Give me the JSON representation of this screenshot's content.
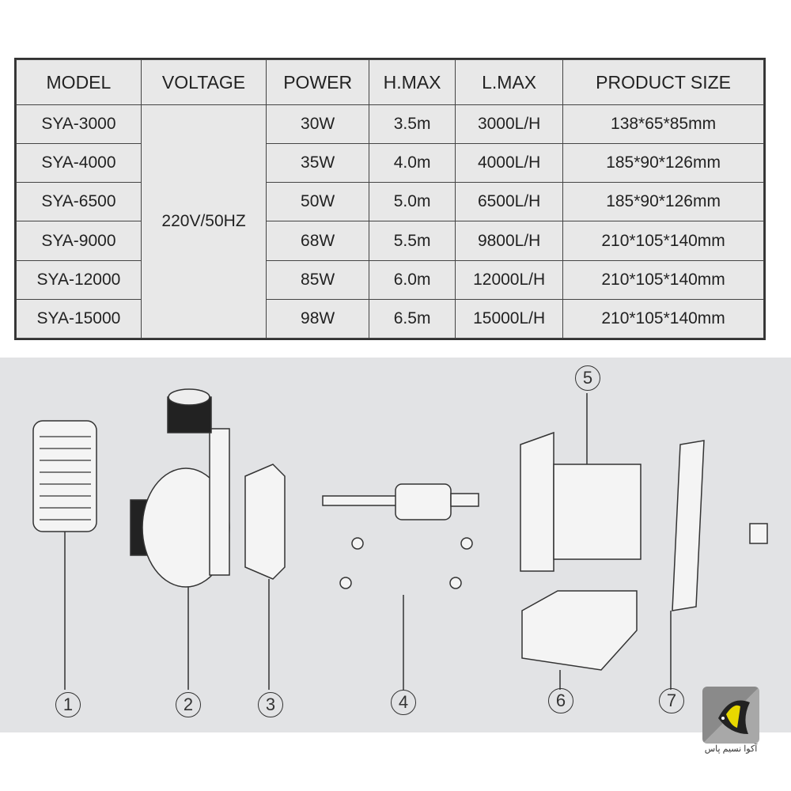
{
  "table": {
    "headers": [
      "MODEL",
      "VOLTAGE",
      "POWER",
      "H.MAX",
      "L.MAX",
      "PRODUCT SIZE"
    ],
    "voltage": "220V/50HZ",
    "rows": [
      {
        "model": "SYA-3000",
        "power": "30W",
        "hmax": "3.5m",
        "lmax": "3000L/H",
        "size": "138*65*85mm"
      },
      {
        "model": "SYA-4000",
        "power": "35W",
        "hmax": "4.0m",
        "lmax": "4000L/H",
        "size": "185*90*126mm"
      },
      {
        "model": "SYA-6500",
        "power": "50W",
        "hmax": "5.0m",
        "lmax": "6500L/H",
        "size": "185*90*126mm"
      },
      {
        "model": "SYA-9000",
        "power": "68W",
        "hmax": "5.5m",
        "lmax": "9800L/H",
        "size": "210*105*140mm"
      },
      {
        "model": "SYA-12000",
        "power": "85W",
        "hmax": "6.0m",
        "lmax": "12000L/H",
        "size": "210*105*140mm"
      },
      {
        "model": "SYA-15000",
        "power": "98W",
        "hmax": "6.5m",
        "lmax": "15000L/H",
        "size": "210*105*140mm"
      }
    ]
  },
  "diagram": {
    "labels": [
      "1",
      "2",
      "3",
      "4",
      "5",
      "6",
      "7"
    ]
  },
  "logo": {
    "text": "آکوا نسیم پاس"
  }
}
